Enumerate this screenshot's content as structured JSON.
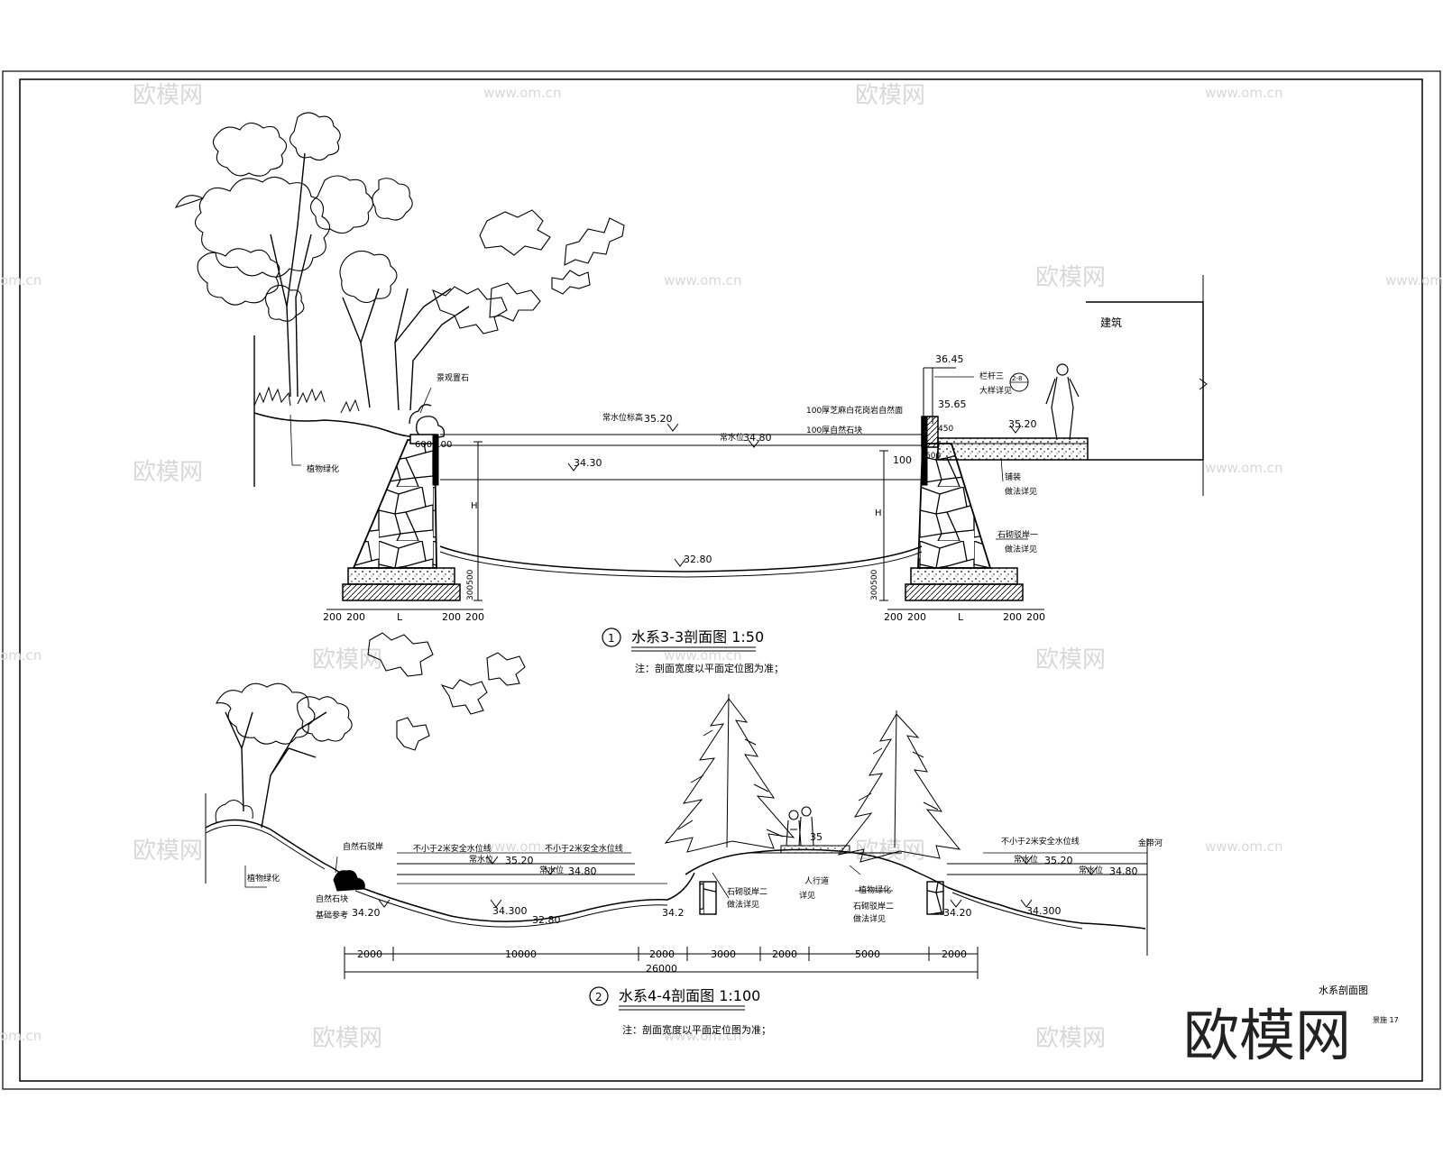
{
  "watermark": {
    "brand": "欧模网",
    "site": "www.om.cn",
    "tail": "om.cn"
  },
  "logo": {
    "text": "欧模网"
  },
  "sheet": {
    "title": "水系剖面图",
    "number": "景施 17",
    "building": "建筑"
  },
  "section1": {
    "circle": "1",
    "title": "水系3-3剖面图  1:50",
    "note": "注：剖面宽度以平面定位图为准；",
    "labels": {
      "rock": "景观置石",
      "plant": "植物绿化",
      "max_level": "常水位标高",
      "max_level_val": "35.20",
      "normal_level": "常水位",
      "normal_level_val": "34.80",
      "water_surface": "34.30",
      "bottom": "32.80",
      "left_top": "600 100",
      "layer1": "100厚芝麻白花岗岩自然面",
      "layer2": "100厚自然石块",
      "elev_top": "36.45",
      "elev_mid": "35.65",
      "elev_ground": "35.20",
      "rail": "栏杆三",
      "rail_ref": "大样详见",
      "ref_circle": "2-8",
      "paving": "铺装",
      "paving_ref": "做法详见",
      "wall": "石砌驳岸一",
      "wall_ref": "做法详见",
      "h_left": "H",
      "h_right": "H",
      "dim_100": "100",
      "dim_450": "450",
      "dim_600": "600",
      "base_left": "300500",
      "base_right": "300500",
      "dims_left": [
        "200",
        "200",
        "L",
        "200",
        "200"
      ],
      "dims_right": [
        "200",
        "200",
        "L",
        "200",
        "200"
      ]
    }
  },
  "section2": {
    "circle": "2",
    "title": "水系4-4剖面图  1:100",
    "note": "注：剖面宽度以平面定位图为准；",
    "labels": {
      "natural_bank": "自然石驳岸",
      "plant": "植物绿化",
      "boulders": "自然石块",
      "boulders2": "基础参考",
      "safety1": "不小于2米安全水位线",
      "safety2": "不小于2米安全水位线",
      "safety3": "不小于2米安全水位线",
      "max_level": "常水位",
      "max_level_val": "35.20",
      "normal_level": "常水位",
      "normal_level_val": "34.80",
      "max_level_r": "常水位",
      "max_level_r_val": "35.20",
      "normal_level_r": "常水位",
      "normal_level_r_val": "34.80",
      "e1": "34.20",
      "e2": "34.300",
      "e3": "32.80",
      "e4": "34.2",
      "e5": "34.20",
      "e6": "34.300",
      "wall2": "石砌驳岸二",
      "wall2_ref": "做法详见",
      "wall3": "石砌驳岸二",
      "wall3_ref": "做法详见",
      "path": "人行道",
      "path_ref": "详见",
      "plant2": "植物绿化",
      "right_note": "金带河",
      "peak": "35"
    },
    "dims": [
      "2000",
      "10000",
      "2000",
      "3000",
      "2000",
      "5000",
      "2000"
    ],
    "total": "26000"
  }
}
